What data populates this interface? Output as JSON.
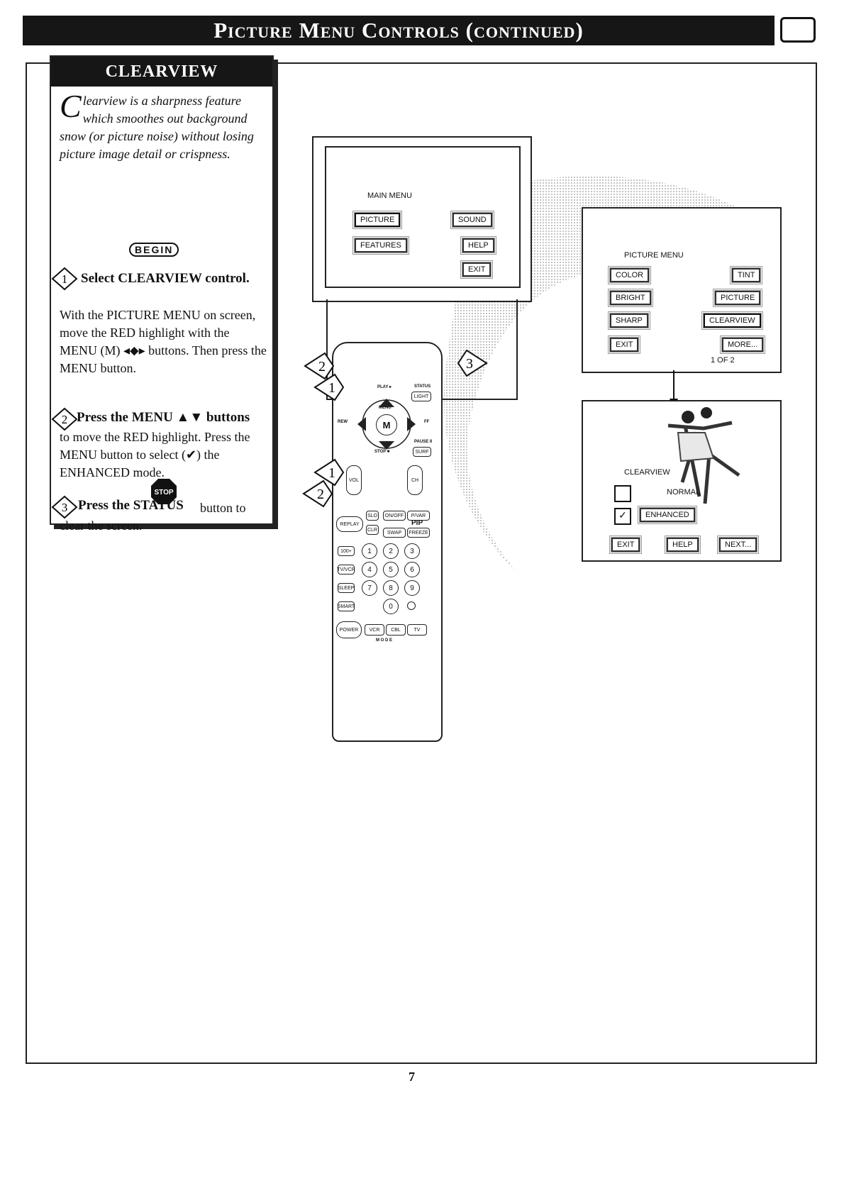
{
  "page_title": "Picture Menu Controls (continued)",
  "sidebar": {
    "heading": "CLEARVIEW",
    "intro_dropcap": "C",
    "intro_text": "learview is a sharpness feature which smoothes out background snow (or picture noise) without losing picture image detail or crispness.",
    "begin_label": "BEGIN",
    "steps": [
      {
        "number": "1",
        "heading": "Select CLEARVIEW control.",
        "body": "With the PICTURE MENU on screen, move the RED highlight with the MENU (M) ◂⬥▸ buttons. Then press the MENU button."
      },
      {
        "number": "2",
        "heading": "Press the MENU ▲▼ buttons",
        "body": "to move the RED highlight. Press the MENU button to select (✔) the ENHANCED mode."
      },
      {
        "number": "3",
        "heading": "Press the STATUS",
        "body": "button to clear the screen."
      }
    ],
    "stop_label": "STOP"
  },
  "tv_screen": {
    "menu_title": "MAIN MENU",
    "buttons": [
      "PICTURE",
      "SOUND",
      "FEATURES",
      "HELP",
      "EXIT"
    ]
  },
  "picture_menu_panel": {
    "title": "PICTURE MENU",
    "left_buttons": [
      "COLOR",
      "BRIGHT",
      "SHARP",
      "EXIT"
    ],
    "right_buttons": [
      "TINT",
      "PICTURE",
      "CLEARVIEW",
      "MORE..."
    ],
    "page_indicator": "1 OF 2"
  },
  "clearview_panel": {
    "title": "CLEARVIEW",
    "options": [
      {
        "label": "NORMAL",
        "checked": false
      },
      {
        "label": "ENHANCED",
        "checked": true
      }
    ],
    "buttons": [
      "EXIT",
      "HELP",
      "NEXT..."
    ]
  },
  "remote": {
    "labels": {
      "play": "PLAY ▸",
      "status": "STATUS",
      "light": "LIGHT",
      "rew": "REW",
      "ff": "FF",
      "menu": "M",
      "menu_top": "MENU",
      "pause": "PAUSE II",
      "stop": "STOP ■",
      "surf": "SURF",
      "vol": "VOL",
      "ch": "CH",
      "slo": "SLO",
      "replay": "REPLAY",
      "clr": "CLR",
      "onoff": "ON/OFF",
      "pvar": "P/VAR",
      "swap": "SWAP",
      "freeze": "FREEZE",
      "pip": "PIP",
      "hundred": "100+",
      "tvvcr": "TV/VCR",
      "sleep": "SLEEP",
      "smart": "SMART",
      "power": "POWER",
      "vcr": "VCR",
      "cbl": "CBL",
      "tv": "TV",
      "mode": "M O D E"
    },
    "digits": [
      "1",
      "2",
      "3",
      "4",
      "5",
      "6",
      "7",
      "8",
      "9",
      "0"
    ],
    "hint_numbers": [
      "2",
      "1",
      "3",
      "1",
      "2"
    ]
  },
  "page_number": "7"
}
